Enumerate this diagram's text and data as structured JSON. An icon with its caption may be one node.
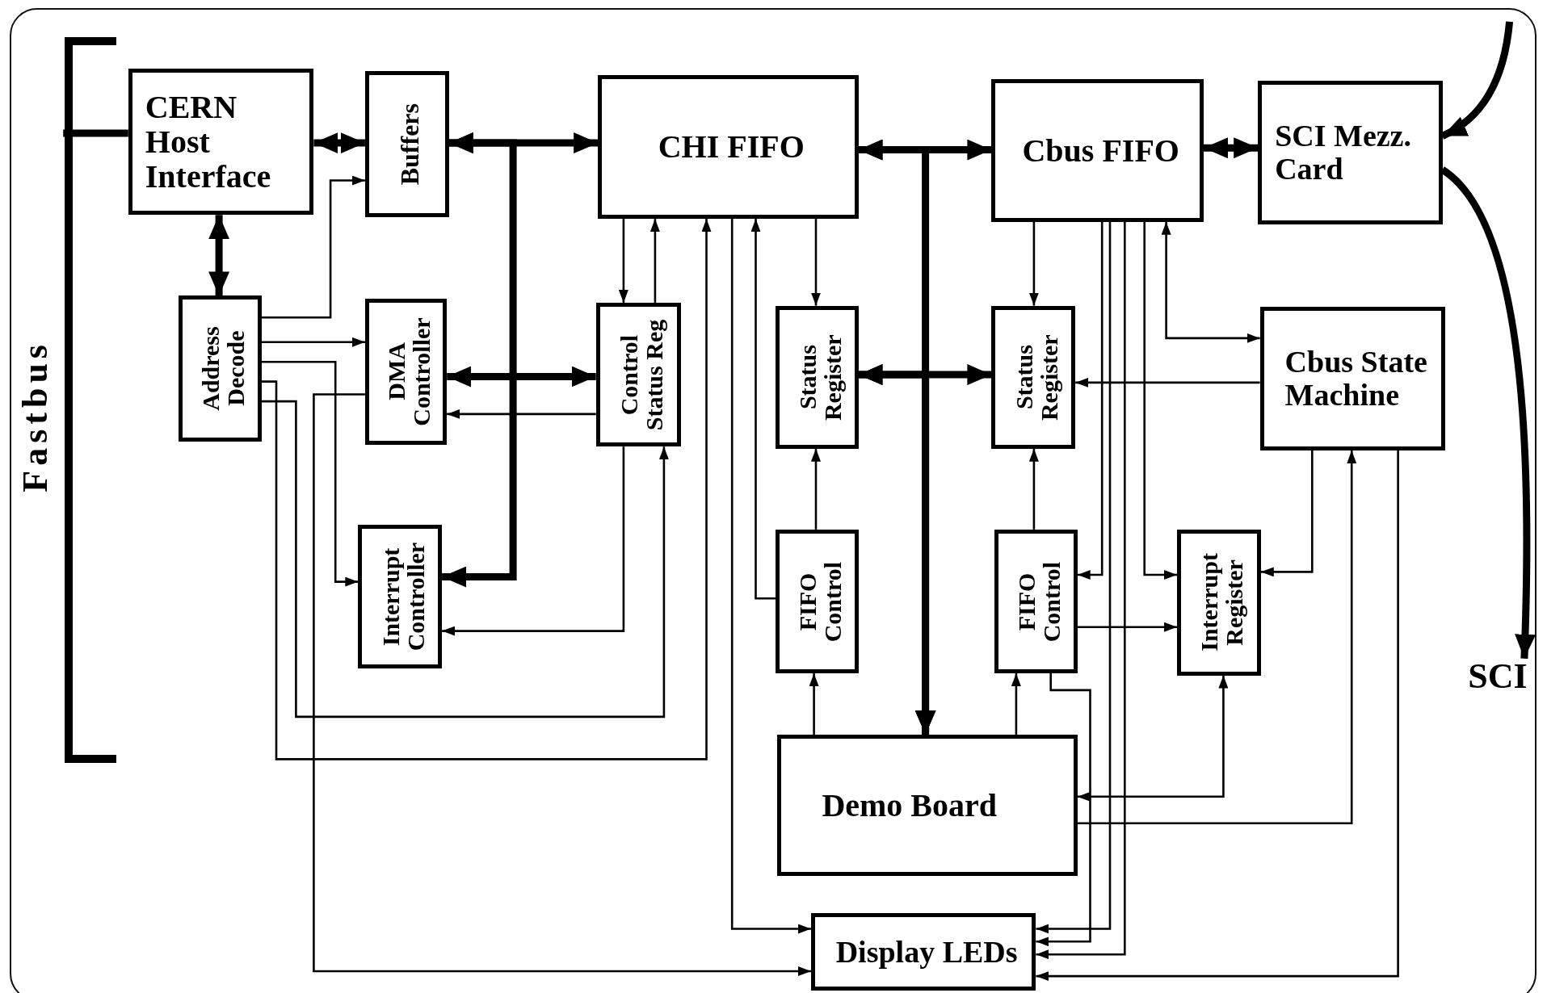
{
  "diagram": {
    "nodes": [
      {
        "text": [],
        "shape": "bar",
        "beside": [
          "Fastbus"
        ]
      },
      {
        "text": [
          "CERN Host Interface"
        ]
      },
      {
        "text": [
          "Buffers"
        ]
      },
      {
        "text": [
          "CHI FIFO"
        ]
      },
      {
        "text": [
          "Cbus FIFO"
        ]
      },
      {
        "text": [
          "SCI Mezz. Card"
        ]
      },
      {
        "text": [
          "Address Decode"
        ]
      },
      {
        "text": [
          "DMA Controller"
        ]
      },
      {
        "text": [
          "Control Status Reg"
        ]
      },
      {
        "text": [
          "Status Register"
        ]
      },
      {
        "text": [
          "Status Register"
        ]
      },
      {
        "text": [
          "Cbus State Machine"
        ]
      },
      {
        "text": [
          "Interrupt Controller"
        ]
      },
      {
        "text": [
          "FIFO Control"
        ]
      },
      {
        "text": [
          "FIFO Control"
        ]
      },
      {
        "text": [
          "Interrupt Register"
        ]
      },
      {
        "text": [
          "Demo Board"
        ]
      },
      {
        "text": [
          "Display LEDs"
        ]
      },
      {
        "text": [
          "SCI"
        ]
      }
    ],
    "edges": [
      {
        "from": 0,
        "to": 1,
        "arrow": "none",
        "style": "thick"
      },
      {
        "from": 1,
        "to": 2,
        "arrow": "both",
        "style": "thick"
      },
      {
        "from": 1,
        "to": 6,
        "arrow": "both",
        "style": "thick"
      },
      {
        "from": 2,
        "to": 3,
        "arrow": "both",
        "style": "thick"
      },
      {
        "from": 2,
        "to": 12,
        "arrow": "both",
        "style": "thick"
      },
      {
        "from": 7,
        "to": 8,
        "arrow": "both",
        "style": "thick"
      },
      {
        "from": 3,
        "to": 4,
        "arrow": "both",
        "style": "thick"
      },
      {
        "from": 3,
        "to": 16,
        "arrow": "both",
        "style": "thick"
      },
      {
        "from": 9,
        "to": 10,
        "arrow": "both",
        "style": "thick"
      },
      {
        "from": 9,
        "to": 16,
        "arrow": "both",
        "style": "thick"
      },
      {
        "from": 4,
        "to": 5,
        "arrow": "both",
        "style": "thick"
      },
      {
        "from": null,
        "to": 5,
        "arrow": "to",
        "style": "thick"
      },
      {
        "from": 5,
        "to": 18,
        "arrow": "to",
        "style": "thick"
      },
      {
        "from": 6,
        "to": 2,
        "arrow": "to"
      },
      {
        "from": 6,
        "to": 7,
        "arrow": "to"
      },
      {
        "from": 6,
        "to": 12,
        "arrow": "to"
      },
      {
        "from": 6,
        "to": 8,
        "arrow": "to"
      },
      {
        "from": 6,
        "to": 3,
        "arrow": "to"
      },
      {
        "from": 7,
        "to": 17,
        "arrow": "to"
      },
      {
        "from": 8,
        "to": 7,
        "arrow": "to"
      },
      {
        "from": 3,
        "to": 8,
        "arrow": "to"
      },
      {
        "from": 8,
        "to": 3,
        "arrow": "to"
      },
      {
        "from": 8,
        "to": 12,
        "arrow": "to"
      },
      {
        "from": 3,
        "to": 17,
        "arrow": "to"
      },
      {
        "from": 13,
        "to": 3,
        "arrow": "to"
      },
      {
        "from": 3,
        "to": 9,
        "arrow": "to"
      },
      {
        "from": 13,
        "to": 9,
        "arrow": "to"
      },
      {
        "from": 16,
        "to": 13,
        "arrow": "to"
      },
      {
        "from": 4,
        "to": 10,
        "arrow": "to"
      },
      {
        "from": 14,
        "to": 10,
        "arrow": "to"
      },
      {
        "from": 16,
        "to": 14,
        "arrow": "to"
      },
      {
        "from": 11,
        "to": 10,
        "arrow": "to"
      },
      {
        "from": 4,
        "to": 11,
        "arrow": "both"
      },
      {
        "from": 4,
        "to": 14,
        "arrow": "to"
      },
      {
        "from": 4,
        "to": 15,
        "arrow": "to"
      },
      {
        "from": 4,
        "to": 17,
        "arrow": "to"
      },
      {
        "from": 4,
        "to": 17,
        "arrow": "to"
      },
      {
        "from": 14,
        "to": 15,
        "arrow": "to"
      },
      {
        "from": 11,
        "to": 15,
        "arrow": "to"
      },
      {
        "from": 16,
        "to": 15,
        "arrow": "both"
      },
      {
        "from": 16,
        "to": 11,
        "arrow": "to"
      },
      {
        "from": 11,
        "to": 17,
        "arrow": "to"
      },
      {
        "from": 14,
        "to": 17,
        "arrow": "to"
      }
    ]
  }
}
